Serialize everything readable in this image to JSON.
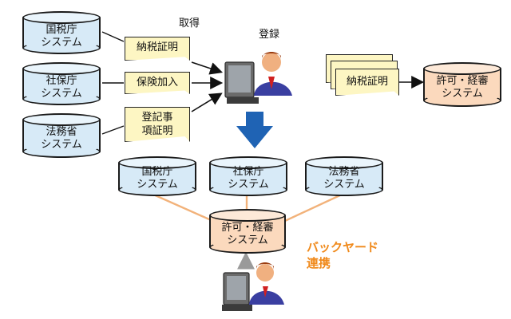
{
  "labels": {
    "acquire": "取得",
    "register": "登録",
    "backyard_line1": "バックヤード",
    "backyard_line2": "連携"
  },
  "sources": [
    {
      "line1": "国税庁",
      "line2": "システム"
    },
    {
      "line1": "社保庁",
      "line2": "システム"
    },
    {
      "line1": "法務省",
      "line2": "システム"
    }
  ],
  "documents": [
    {
      "line1": "納税証明",
      "line2": ""
    },
    {
      "line1": "保険加入",
      "line2": ""
    },
    {
      "line1": "登記事",
      "line2": "項証明"
    }
  ],
  "output_doc": "納税証明",
  "target": {
    "line1": "許可・経審",
    "line2": "システム"
  },
  "colors": {
    "blue_db": "#d7eaf7",
    "peach_db": "#fbd9bd",
    "note": "#fdf6c3",
    "arrow_blue": "#1f63b4",
    "link_orange": "#f2b27a",
    "accent_orange": "#f08a1c"
  }
}
